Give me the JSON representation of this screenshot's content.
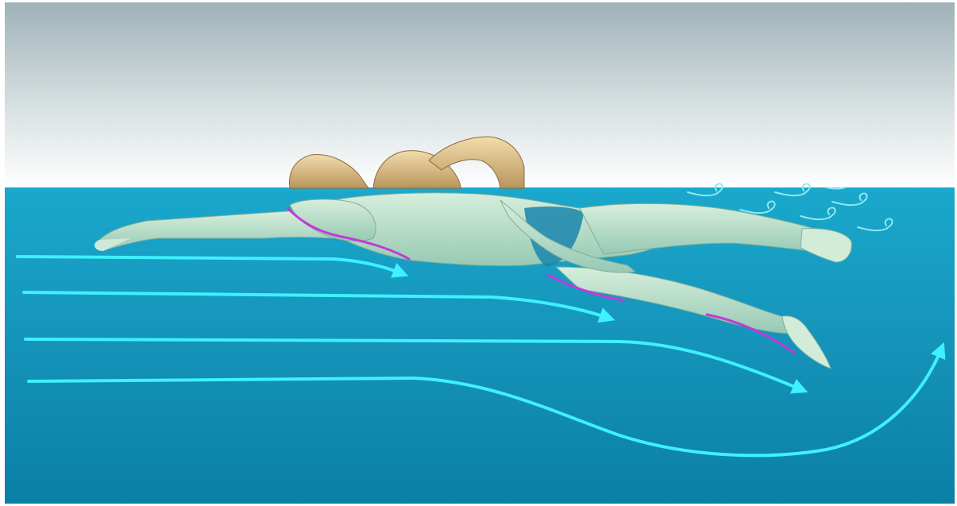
{
  "figure": {
    "subject": "swimmer-freestyle-drag",
    "colors": {
      "sky_top": "#9fb2b8",
      "sky_bottom": "#ffffff",
      "water_top": "#1aa8cc",
      "water_bottom": "#0a7fa6",
      "flow_arrow": "#3ff0ff",
      "pressure_line": "#c23ad8",
      "body_under": "#bfe6cf",
      "body_above": "#e7cc9a"
    },
    "flow_lines": [
      "flow-line-1",
      "flow-line-2",
      "flow-line-3",
      "flow-line-4"
    ],
    "turbulence_swirls": 7
  }
}
